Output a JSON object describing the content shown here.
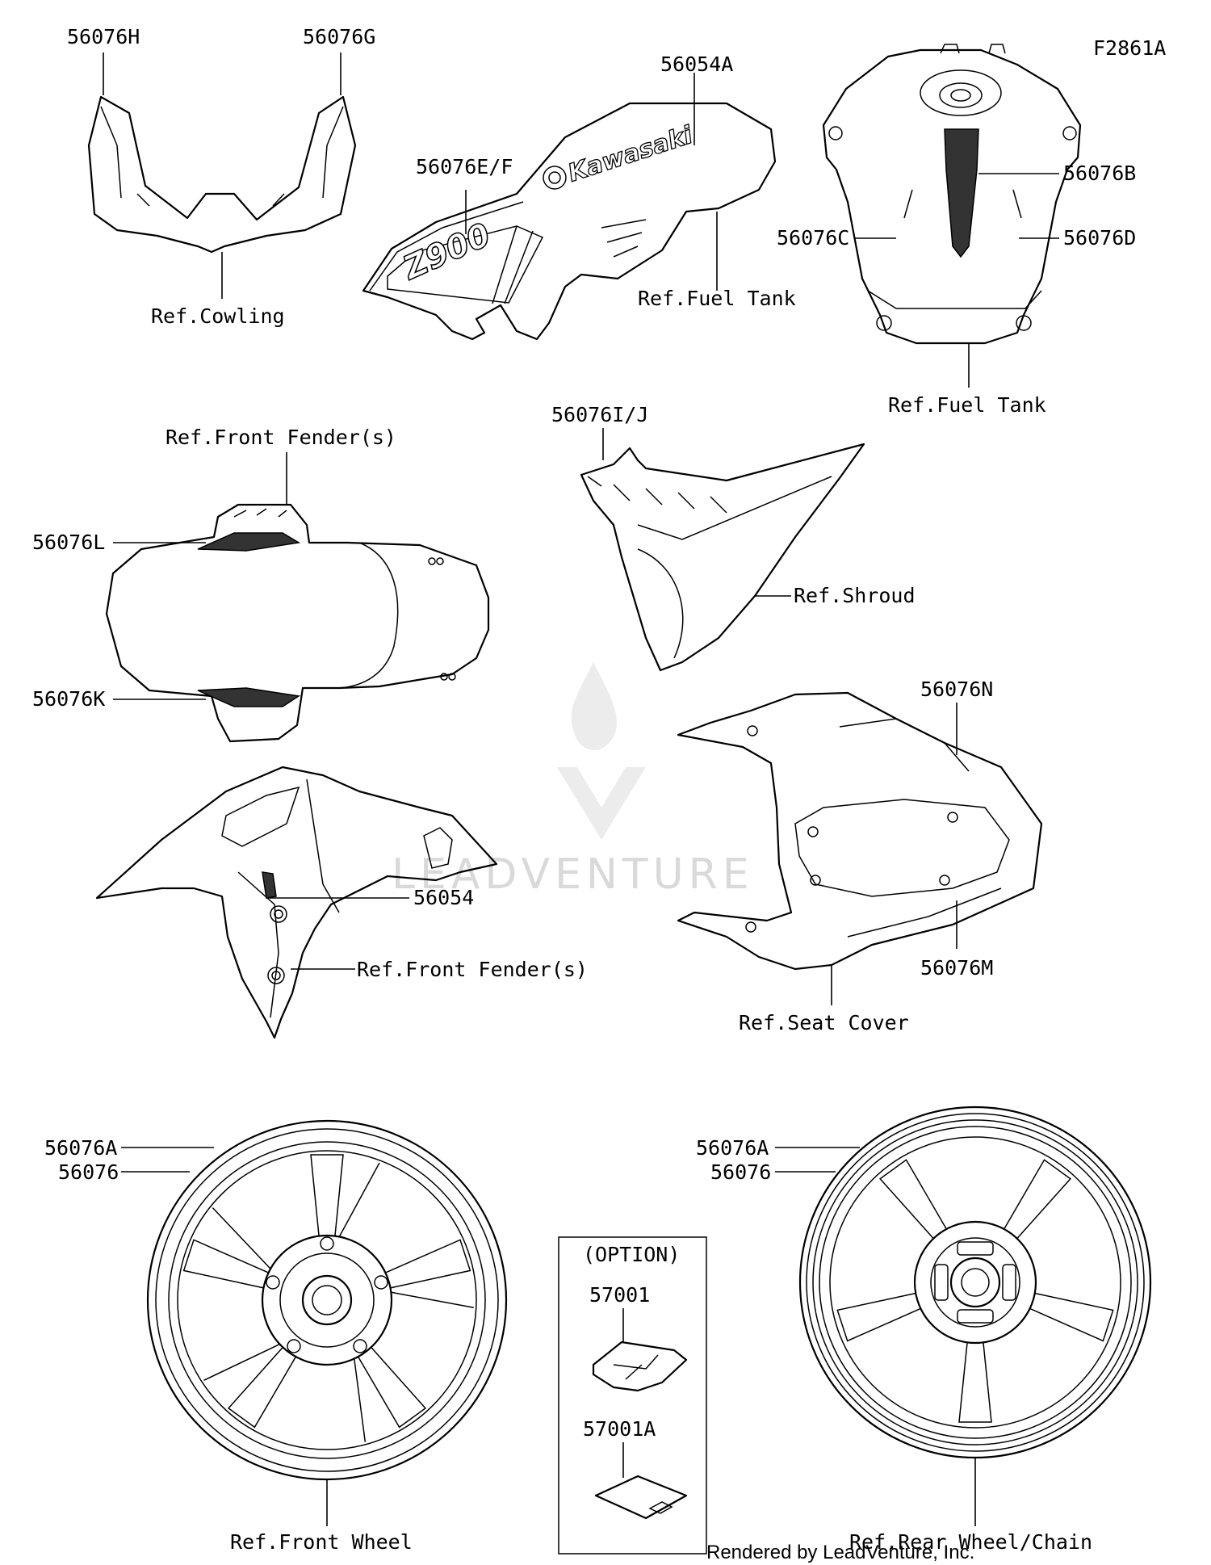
{
  "diagram_code": "F2861A",
  "watermark": "LEADVENTURE",
  "credit": "Rendered by LeadVenture, Inc.",
  "brand_text": "Kawasaki",
  "labels": {
    "p56076H": "56076H",
    "p56076G": "56076G",
    "ref_cowling": "Ref.Cowling",
    "p56054A": "56054A",
    "p56076EF": "56076E/F",
    "ref_fuel_tank_side": "Ref.Fuel Tank",
    "p56076B": "56076B",
    "p56076C": "56076C",
    "p56076D": "56076D",
    "ref_fuel_tank_top": "Ref.Fuel Tank",
    "ref_front_fender_top": "Ref.Front Fender(s)",
    "p56076L": "56076L",
    "p56076K": "56076K",
    "p56076IJ": "56076I/J",
    "ref_shroud": "Ref.Shroud",
    "p56076N": "56076N",
    "p56054": "56054",
    "ref_front_fender_side": "Ref.Front Fender(s)",
    "p56076M": "56076M",
    "ref_seat_cover": "Ref.Seat Cover",
    "front_56076A": "56076A",
    "front_56076": "56076",
    "rear_56076A": "56076A",
    "rear_56076": "56076",
    "option": "(OPTION)",
    "p57001": "57001",
    "p57001A": "57001A",
    "ref_front_wheel": "Ref.Front Wheel",
    "ref_rear_wheel": "Ref.Rear Wheel/Chain"
  }
}
